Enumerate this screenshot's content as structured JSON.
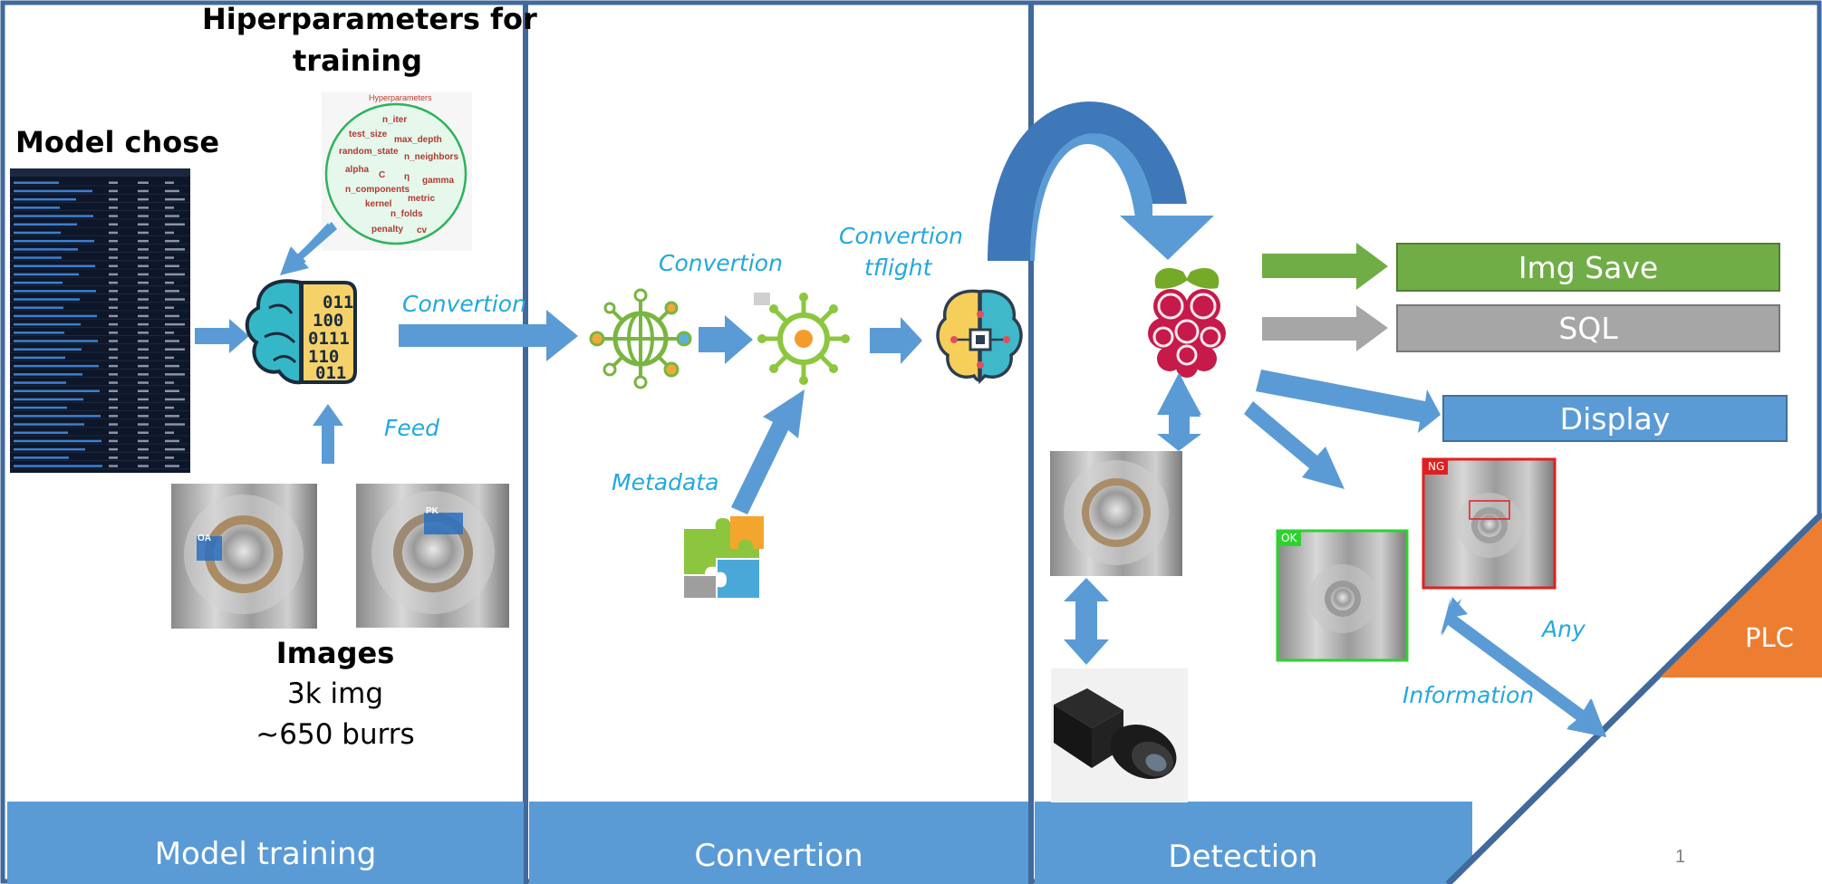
{
  "colors": {
    "frame": "#41699b",
    "arrow": "#5b9bd5",
    "arrow_dark": "#3f78b8",
    "green": "#70ad47",
    "gray": "#a6a6a6",
    "orange": "#ed7d31",
    "label_blue": "#22a8df"
  },
  "training": {
    "hyper_title_line1": "Hiperparameters for",
    "hyper_title_line2": "training",
    "model_chose": "Model chose",
    "convertion_label": "Convertion",
    "feed_label": "Feed",
    "images_title": "Images",
    "images_count": "3k img",
    "burrs_count": "~650 burrs",
    "section_label": "Model training",
    "hyper_circle": {
      "heading": "Hyperparameters",
      "words": [
        "n_iter",
        "test_size",
        "max_depth",
        "random_state",
        "n_neighbors",
        "alpha",
        "C",
        "η",
        "gamma",
        "n_components",
        "metric",
        "kernel",
        "n_folds",
        "penalty",
        "cv"
      ]
    },
    "sample_tags": [
      "OA",
      "PK"
    ]
  },
  "convertion": {
    "label_top": "Convertion",
    "tflight_line1": "Convertion",
    "tflight_line2": "tflight",
    "metadata_label": "Metadata",
    "section_label": "Convertion"
  },
  "detection": {
    "img_save": "Img Save",
    "sql": "SQL",
    "display": "Display",
    "ng_tag": "NG",
    "ok_tag": "OK",
    "any_label": "Any",
    "information_label": "Information",
    "plc": "PLC",
    "section_label": "Detection",
    "page_number": "1"
  },
  "icons": [
    "brain-chip-icon",
    "network-hub-icon",
    "virus-chip-icon",
    "ai-brain-icon",
    "raspberry-pi-icon",
    "puzzle-icon",
    "camera-icon"
  ]
}
